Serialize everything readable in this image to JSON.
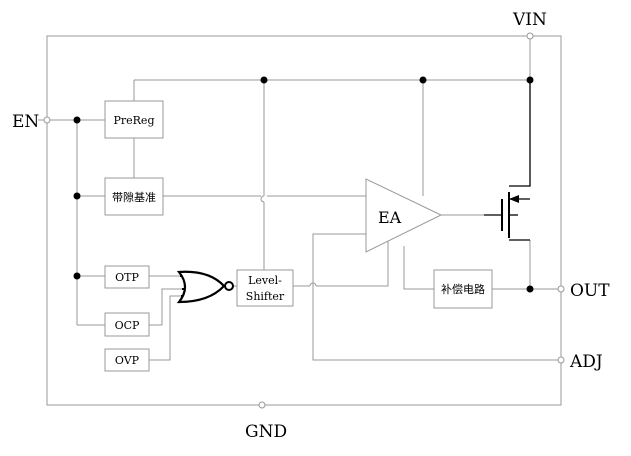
{
  "pins": {
    "vin": "VIN",
    "en": "EN",
    "out": "OUT",
    "adj": "ADJ",
    "gnd": "GND"
  },
  "blocks": {
    "prereg": "PreReg",
    "bandgap": "带隙基准",
    "otp": "OTP",
    "ocp": "OCP",
    "ovp": "OVP",
    "level_shifter_line1": "Level-",
    "level_shifter_line2": "Shifter",
    "ea": "EA",
    "compensation": "补偿电路"
  }
}
